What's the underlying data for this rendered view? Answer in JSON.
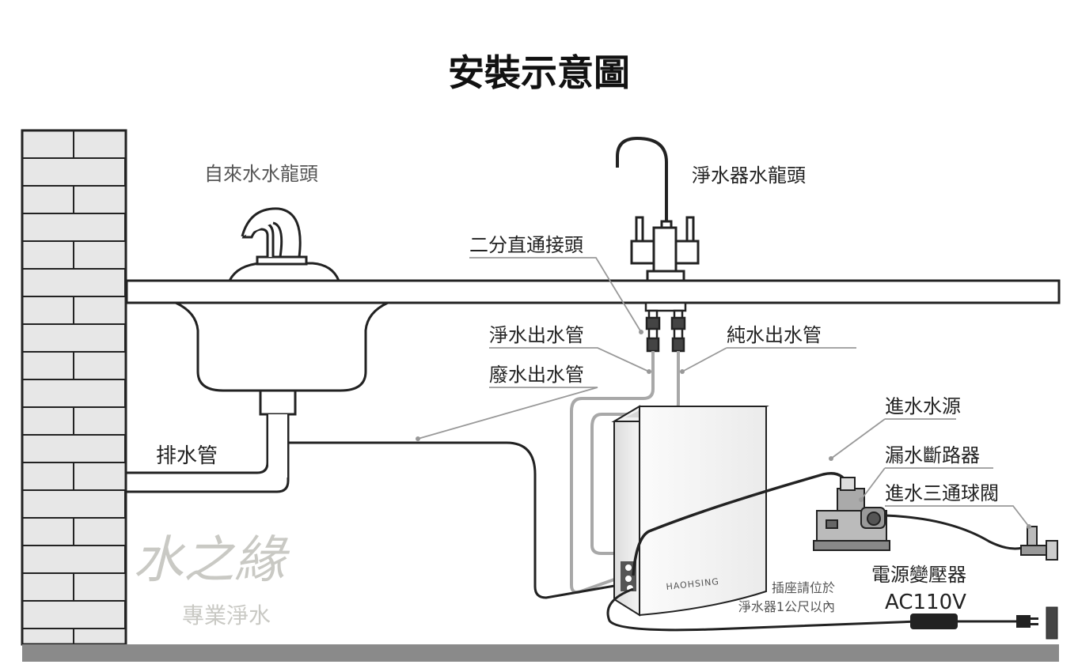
{
  "title": "安裝示意圖",
  "labels": {
    "tap_faucet": "自來水水龍頭",
    "purifier_faucet": "淨水器水龍頭",
    "straight_connector": "二分直通接頭",
    "pure_out_left": "淨水出水管",
    "pure_out_right": "純水出水管",
    "waste_out": "廢水出水管",
    "drain_pipe": "排水管",
    "inlet_source": "進水水源",
    "leak_stop": "漏水斷路器",
    "inlet_valve": "進水三通球閥",
    "adapter": "電源變壓器",
    "voltage": "AC110V",
    "outlet_note_1": "插座請位於",
    "outlet_note_2": "淨水器1公尺以內"
  },
  "brand": "HAOHSING",
  "watermark": {
    "main": "水之緣",
    "sub": "專業淨水"
  },
  "colors": {
    "line": "#222222",
    "grey_tube": "#a8a8a8",
    "brick": "#e6e6e6",
    "floor": "#888888",
    "watermark": "#c9c9c4"
  }
}
